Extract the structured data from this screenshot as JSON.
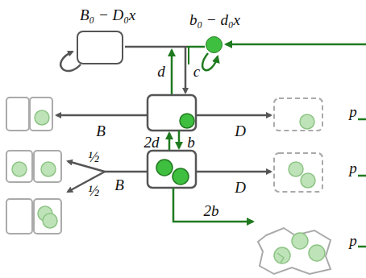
{
  "diagram": {
    "nodes": [
      {
        "text": [
          "B₀ − D₀x"
        ]
      },
      {
        "text": [
          "b₀ − d₀x"
        ]
      }
    ],
    "labels": [
      "d",
      "c",
      "B",
      "D",
      "p",
      "2d",
      "b",
      "B",
      "½",
      "½",
      "D",
      "p",
      "2b",
      "p"
    ]
  }
}
